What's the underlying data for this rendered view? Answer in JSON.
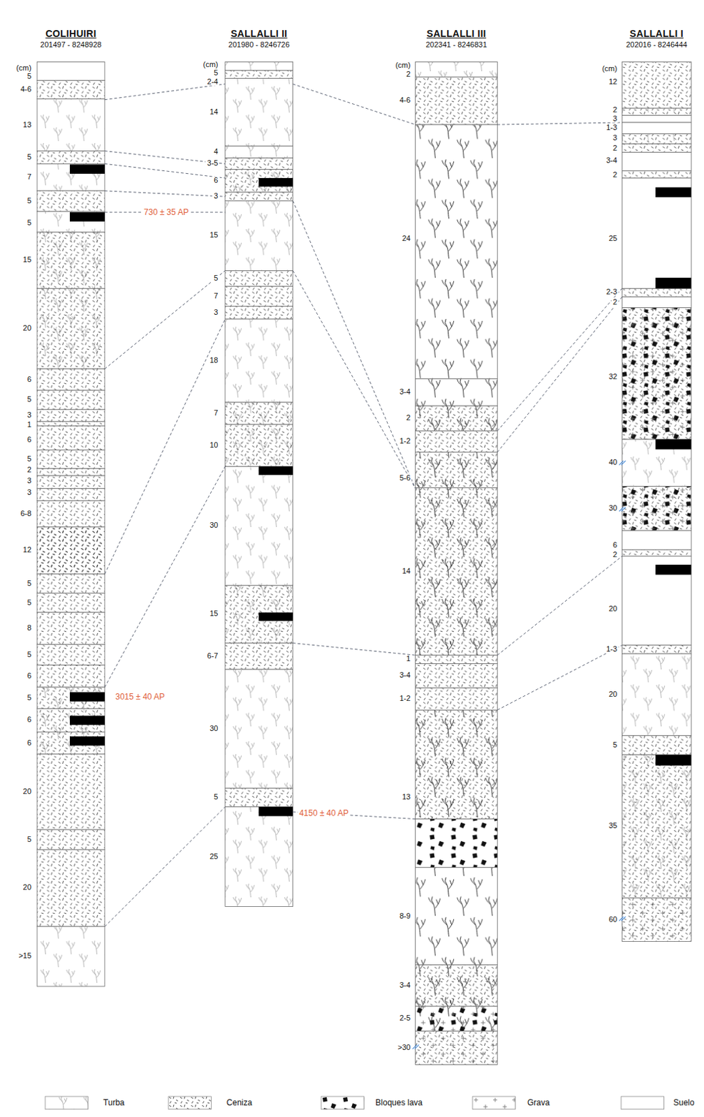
{
  "diagram": {
    "nodes": [
      {
        "text": [
          "COLIHUIRI",
          "201497 - 8248928"
        ]
      },
      {
        "text": [
          "SALLALLI II",
          "201980 - 8246726"
        ]
      },
      {
        "text": [
          "SALLALLI III",
          "202341 - 8246831"
        ]
      },
      {
        "text": [
          "SALLALLI I",
          "202016 - 8246444"
        ]
      }
    ],
    "edges": [
      {
        "from": 0,
        "to": 1,
        "arrow": "none"
      },
      {
        "from": 0,
        "to": 1,
        "arrow": "none"
      },
      {
        "from": 0,
        "to": 1,
        "arrow": "none"
      },
      {
        "from": 0,
        "to": 1,
        "arrow": "none"
      },
      {
        "from": 0,
        "to": 1,
        "arrow": "none",
        "label": "730 ± 35 AP"
      },
      {
        "from": 0,
        "to": 1,
        "arrow": "none"
      },
      {
        "from": 0,
        "to": 1,
        "arrow": "none"
      },
      {
        "from": 0,
        "to": 1,
        "arrow": "none"
      },
      {
        "from": 0,
        "to": 1,
        "arrow": "none"
      },
      {
        "from": 1,
        "to": 2,
        "arrow": "none"
      },
      {
        "from": 1,
        "to": 2,
        "arrow": "none"
      },
      {
        "from": 1,
        "to": 2,
        "arrow": "none"
      },
      {
        "from": 1,
        "to": 2,
        "arrow": "none"
      },
      {
        "from": 1,
        "to": 2,
        "arrow": "none",
        "label": "4150 ± 40 AP"
      },
      {
        "from": 2,
        "to": 3,
        "arrow": "none"
      },
      {
        "from": 2,
        "to": 3,
        "arrow": "none"
      },
      {
        "from": 2,
        "to": 3,
        "arrow": "none"
      },
      {
        "from": 2,
        "to": 3,
        "arrow": "none"
      },
      {
        "from": 2,
        "to": 3,
        "arrow": "none"
      }
    ],
    "labels": [
      "(cm)",
      "5",
      "4-6",
      "13",
      "5",
      "7",
      "5",
      "5",
      "15",
      "20",
      "6",
      "5",
      "3",
      "1",
      "6",
      "5",
      "2",
      "3",
      "3",
      "6-8",
      "12",
      "5",
      "5",
      "8",
      "5",
      "6",
      "5",
      "6",
      "6",
      "20",
      "5",
      "20",
      ">15",
      "3015 ± 40 AP",
      "(cm)",
      "5",
      "2-4",
      "14",
      "4",
      "3-5",
      "6",
      "3",
      "15",
      "5",
      "7",
      "3",
      "18",
      "7",
      "10",
      "30",
      "15",
      "6-7",
      "30",
      "5",
      "25",
      "(cm)",
      "2",
      "4-6",
      "24",
      "3-4",
      "2",
      "1-2",
      "5-6",
      "14",
      "1",
      "3-4",
      "1-2",
      "13",
      "8-9",
      "3-4",
      "2-5",
      ">30",
      "(cm)",
      "12",
      "2",
      "3",
      "1-3",
      "3",
      "2",
      "3-4",
      "2",
      "25",
      "2-3",
      "2",
      "32",
      "40",
      "30",
      "6",
      "2",
      "20",
      "1-3",
      "20",
      "5",
      "35",
      "60"
    ],
    "legend": [
      {
        "text": "Turba"
      },
      {
        "text": "Ceniza"
      },
      {
        "text": "Bloques lava"
      },
      {
        "text": "Grava"
      },
      {
        "text": "Suelo",
        "color": "#ffffff"
      }
    ]
  }
}
